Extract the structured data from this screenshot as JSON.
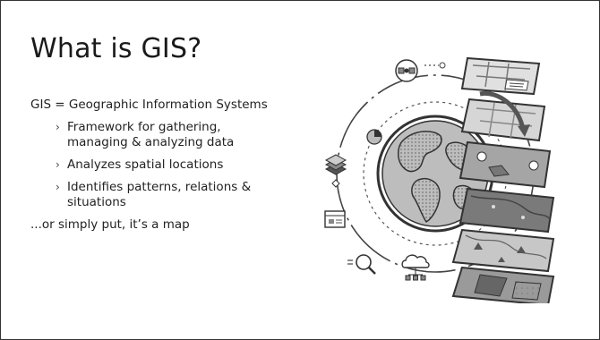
{
  "slide": {
    "title": "What is GIS?",
    "intro": "GIS = Geographic Information Systems",
    "bullets": [
      "Framework for gathering, managing & analyzing data",
      "Analyzes spatial locations",
      "Identifies patterns, relations & situations"
    ],
    "outro": "...or simply put, it’s a map",
    "illustration": {
      "icons": [
        "satellite-icon",
        "pie-chart-icon",
        "layers-icon",
        "browser-window-icon",
        "magnifier-icon",
        "cloud-network-icon",
        "globe-icon",
        "map-layer-stack"
      ]
    }
  }
}
